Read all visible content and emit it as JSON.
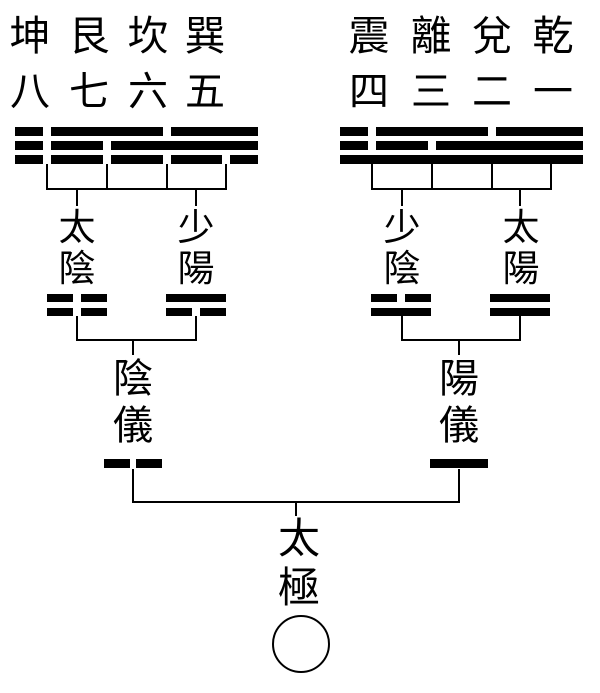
{
  "page": {
    "background": "#ffffff",
    "ink": "#000000"
  },
  "eight_trigrams": {
    "left_group": [
      {
        "name": "坤",
        "number": "八",
        "lines": [
          "broken",
          "broken",
          "broken"
        ]
      },
      {
        "name": "艮",
        "number": "七",
        "lines": [
          "solid",
          "broken",
          "broken"
        ]
      },
      {
        "name": "坎",
        "number": "六",
        "lines": [
          "broken",
          "solid",
          "broken"
        ]
      },
      {
        "name": "巽",
        "number": "五",
        "lines": [
          "solid",
          "solid",
          "broken"
        ]
      }
    ],
    "right_group": [
      {
        "name": "震",
        "number": "四",
        "lines": [
          "broken",
          "broken",
          "solid"
        ]
      },
      {
        "name": "離",
        "number": "三",
        "lines": [
          "solid",
          "broken",
          "solid"
        ]
      },
      {
        "name": "兌",
        "number": "二",
        "lines": [
          "broken",
          "solid",
          "solid"
        ]
      },
      {
        "name": "乾",
        "number": "一",
        "lines": [
          "solid",
          "solid",
          "solid"
        ]
      }
    ]
  },
  "four_symbols": [
    {
      "label": "太陰",
      "char_top": "太",
      "char_bottom": "陰",
      "lines": [
        "broken",
        "broken"
      ]
    },
    {
      "label": "少陽",
      "char_top": "少",
      "char_bottom": "陽",
      "lines": [
        "solid",
        "broken"
      ]
    },
    {
      "label": "少陰",
      "char_top": "少",
      "char_bottom": "陰",
      "lines": [
        "broken",
        "solid"
      ]
    },
    {
      "label": "太陽",
      "char_top": "太",
      "char_bottom": "陽",
      "lines": [
        "solid",
        "solid"
      ]
    }
  ],
  "two_modes": [
    {
      "label": "陰儀",
      "char_top": "陰",
      "char_bottom": "儀",
      "lines": [
        "broken"
      ]
    },
    {
      "label": "陽儀",
      "char_top": "陽",
      "char_bottom": "儀",
      "lines": [
        "solid"
      ]
    }
  ],
  "taiji": {
    "label": "太極",
    "char_top": "太",
    "char_bottom": "極",
    "symbol": "empty-circle"
  }
}
